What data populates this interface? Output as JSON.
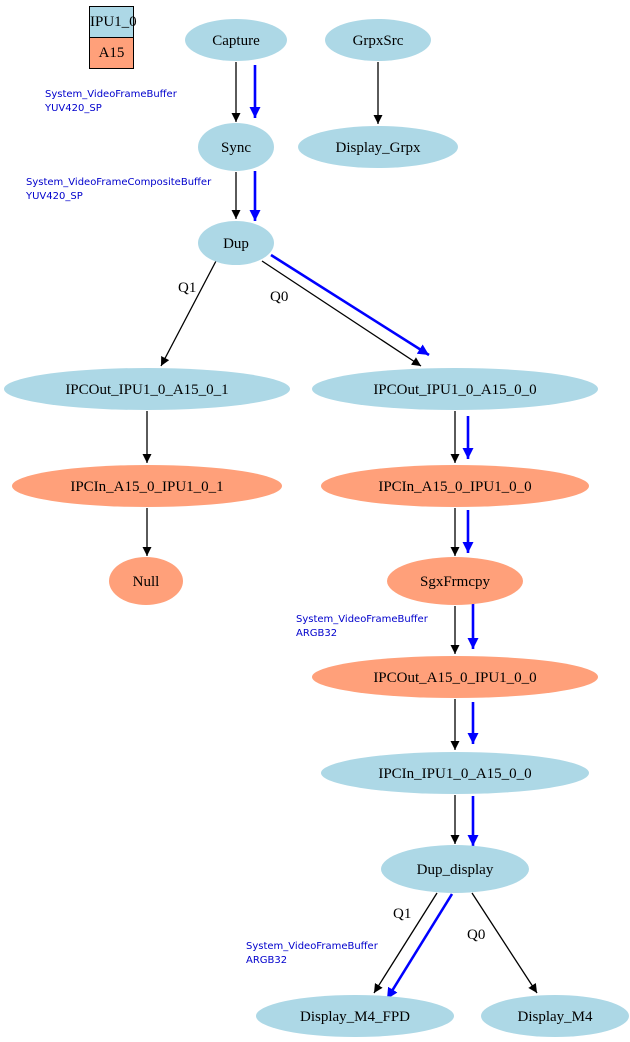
{
  "legend": [
    {
      "label": "IPU1_0",
      "color": "#add8e6"
    },
    {
      "label": "A15",
      "color": "#ffa07a"
    }
  ],
  "colors": {
    "IPU1_0": "#add8e6",
    "A15": "#ffa07a",
    "data_flow": "#0000ff",
    "buffer_label": "#0000cc"
  },
  "nodes": [
    {
      "id": "capture",
      "label": "Capture",
      "core": "IPU1_0"
    },
    {
      "id": "grpxsrc",
      "label": "GrpxSrc",
      "core": "IPU1_0"
    },
    {
      "id": "sync",
      "label": "Sync",
      "core": "IPU1_0"
    },
    {
      "id": "display_grpx",
      "label": "Display_Grpx",
      "core": "IPU1_0"
    },
    {
      "id": "dup",
      "label": "Dup",
      "core": "IPU1_0"
    },
    {
      "id": "ipcout_ipu_1",
      "label": "IPCOut_IPU1_0_A15_0_1",
      "core": "IPU1_0"
    },
    {
      "id": "ipcout_ipu_0",
      "label": "IPCOut_IPU1_0_A15_0_0",
      "core": "IPU1_0"
    },
    {
      "id": "ipcin_a15_1",
      "label": "IPCIn_A15_0_IPU1_0_1",
      "core": "A15"
    },
    {
      "id": "ipcin_a15_0",
      "label": "IPCIn_A15_0_IPU1_0_0",
      "core": "A15"
    },
    {
      "id": "null",
      "label": "Null",
      "core": "A15"
    },
    {
      "id": "sgxfrmcpy",
      "label": "SgxFrmcpy",
      "core": "A15"
    },
    {
      "id": "ipcout_a15_0",
      "label": "IPCOut_A15_0_IPU1_0_0",
      "core": "A15"
    },
    {
      "id": "ipcin_ipu_0",
      "label": "IPCIn_IPU1_0_A15_0_0",
      "core": "IPU1_0"
    },
    {
      "id": "dup_display",
      "label": "Dup_display",
      "core": "IPU1_0"
    },
    {
      "id": "display_m4_fpd",
      "label": "Display_M4_FPD",
      "core": "IPU1_0"
    },
    {
      "id": "display_m4",
      "label": "Display_M4",
      "core": "IPU1_0"
    }
  ],
  "edge_labels": {
    "dup_q1": "Q1",
    "dup_q0": "Q0",
    "dupdisp_q1": "Q1",
    "dupdisp_q0": "Q0"
  },
  "buffer_labels": [
    {
      "id": "buf1",
      "lines": [
        "System_VideoFrameBuffer",
        "YUV420_SP"
      ]
    },
    {
      "id": "buf2",
      "lines": [
        "System_VideoFrameCompositeBuffer",
        "YUV420_SP"
      ]
    },
    {
      "id": "buf3",
      "lines": [
        "System_VideoFrameBuffer",
        "ARGB32"
      ]
    },
    {
      "id": "buf4",
      "lines": [
        "System_VideoFrameBuffer",
        "ARGB32"
      ]
    }
  ]
}
